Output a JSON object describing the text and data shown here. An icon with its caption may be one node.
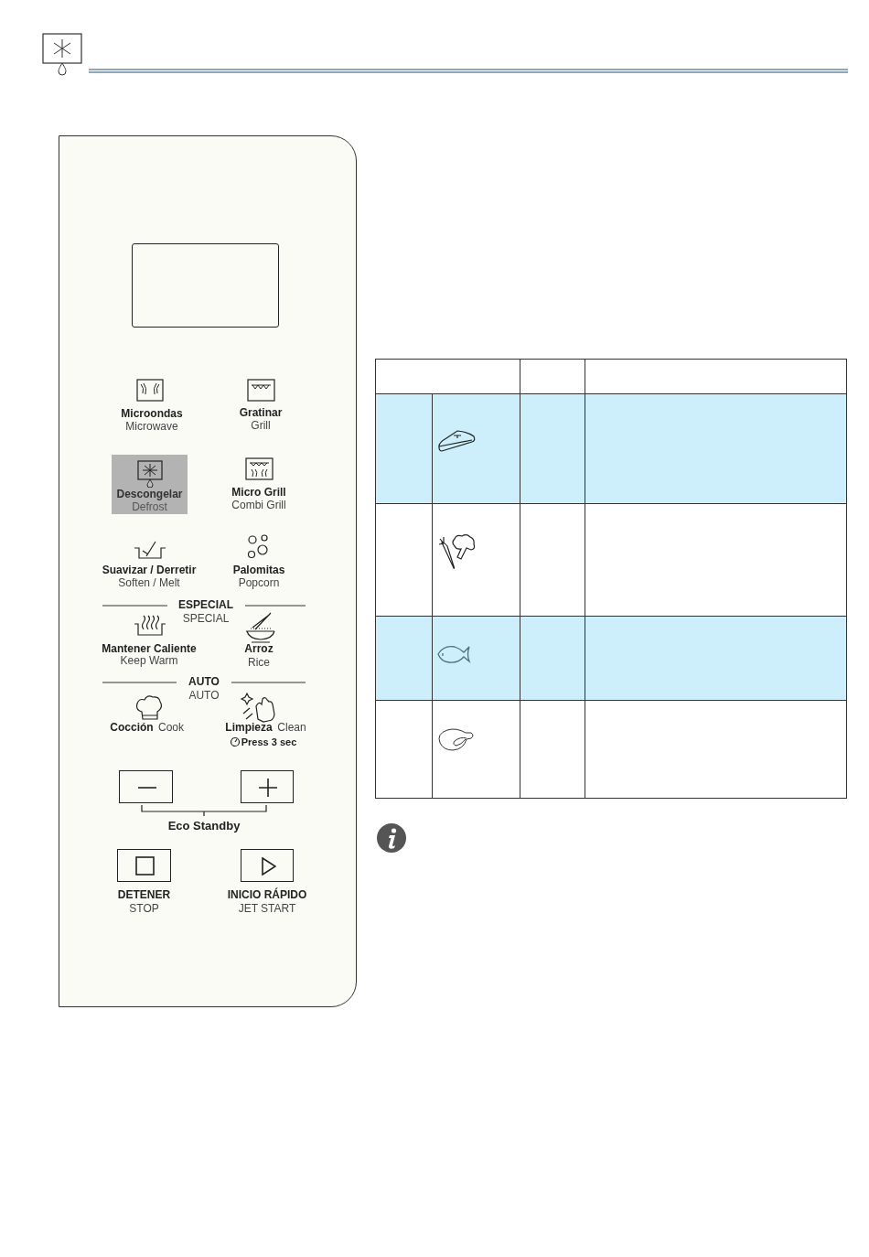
{
  "diagram": {
    "nodes": [
      {
        "text": [],
        "shape": "box"
      },
      {
        "text": [],
        "shape": "box",
        "in": 0
      },
      {
        "text": [
          "Descongelar",
          "Defrost"
        ],
        "in": 0
      },
      {
        "text": [],
        "shape": "box",
        "in": 0
      },
      {
        "text": [],
        "shape": "box",
        "in": 0
      },
      {
        "text": [],
        "shape": "box",
        "in": 0,
        "beside": [
          "DETENER",
          "STOP"
        ]
      },
      {
        "text": [],
        "shape": "box",
        "in": 0,
        "beside": [
          "INICIO RÁPIDO",
          "JET START"
        ]
      }
    ],
    "labels": [
      "Microondas",
      "Microwave",
      "Gratinar",
      "Grill",
      "Micro Grill",
      "Combi Grill",
      "Suavizar / Derretir",
      "Soften / Melt",
      "Palomitas",
      "Popcorn",
      "ESPECIAL",
      "SPECIAL",
      "Mantener Caliente",
      "Keep Warm",
      "Arroz",
      "Rice",
      "AUTO",
      "AUTO",
      "Cocción",
      "Cook",
      "Limpieza",
      "Clean",
      "Press 3 sec",
      "Eco Standby"
    ]
  }
}
